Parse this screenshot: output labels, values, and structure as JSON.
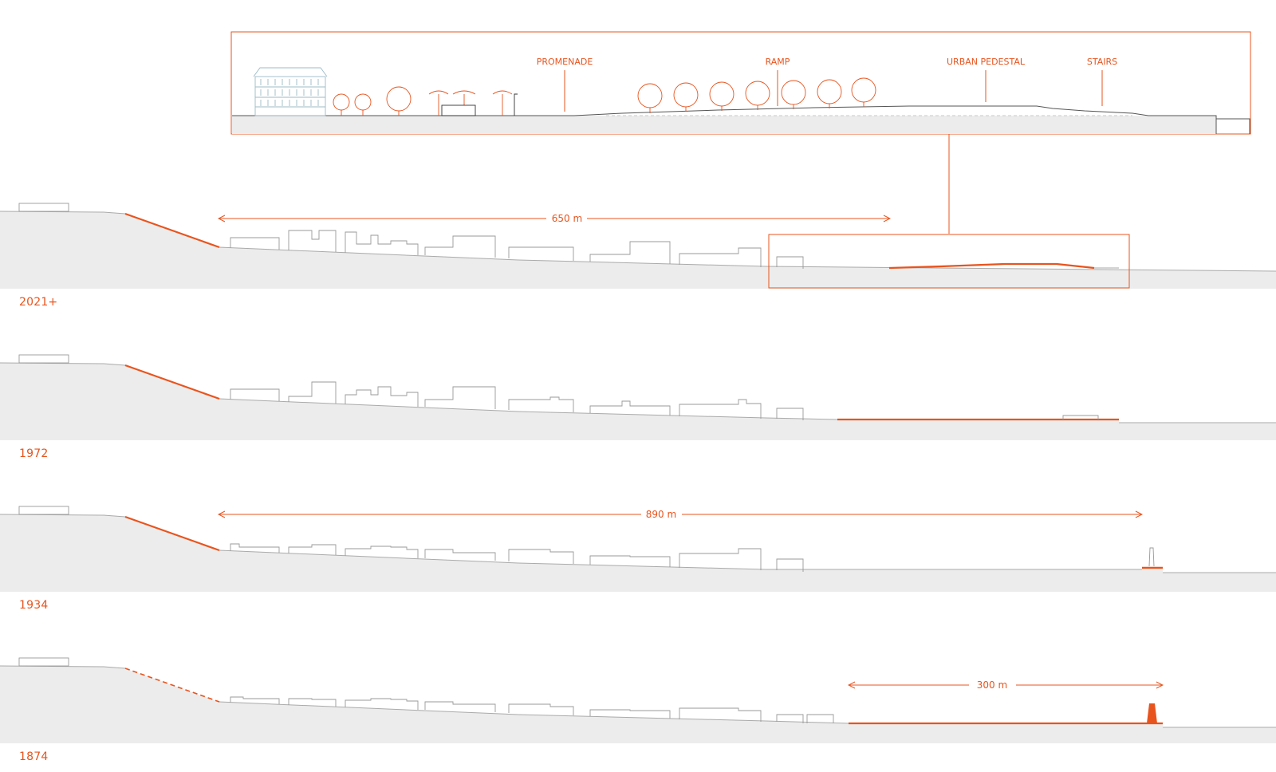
{
  "colors": {
    "accent": "#e8541e",
    "ground": "#ececec",
    "line": "#aaaaaa",
    "building": "#888888",
    "facade": "#9dbbc6"
  },
  "detail": {
    "labels": {
      "promenade": "PROMENADE",
      "ramp": "RAMP",
      "urban_pedestal": "URBAN PEDESTAL",
      "stairs": "STAIRS"
    }
  },
  "sections": [
    {
      "year": "2021+",
      "dimension": "650 m"
    },
    {
      "year": "1972"
    },
    {
      "year": "1934",
      "dimension": "890 m"
    },
    {
      "year": "1874",
      "dimension": "300 m"
    }
  ]
}
